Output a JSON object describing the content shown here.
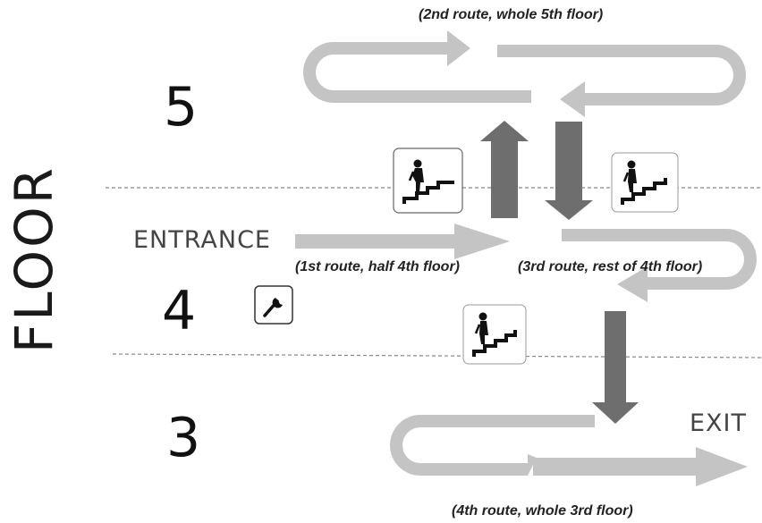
{
  "axis_label": "FLOOR",
  "floors": [
    {
      "number": "5"
    },
    {
      "number": "4"
    },
    {
      "number": "3"
    }
  ],
  "labels": {
    "entrance": "ENTRANCE",
    "exit": "EXIT"
  },
  "routes": [
    {
      "caption": "(1st route, half 4th floor)"
    },
    {
      "caption": "(2nd route, whole 5th floor)"
    },
    {
      "caption": "(3rd route, rest of 4th floor)"
    },
    {
      "caption": "(4th route, whole 3rd floor)"
    }
  ],
  "icons": {
    "stairs_up": "stairs-up-icon",
    "stairs_down": "stairs-down-icon",
    "wrench": "wrench-icon"
  },
  "colors": {
    "route_path": "#c4c4c4",
    "floor_transition_arrow": "#6e6e6e",
    "divider": "#888888"
  }
}
